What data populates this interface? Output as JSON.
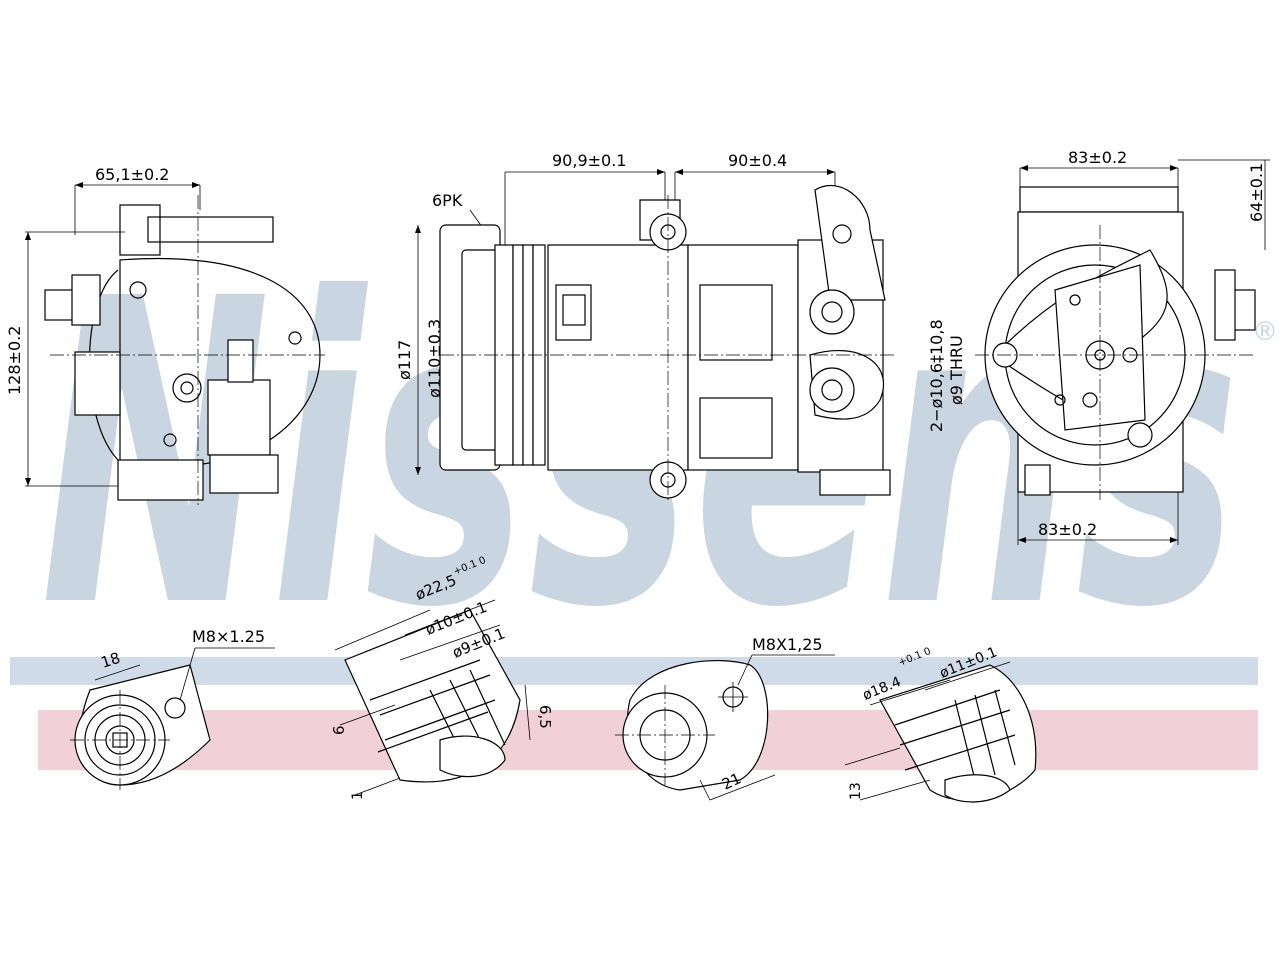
{
  "watermark": {
    "text": "Nissens",
    "color": "#c9d6e2",
    "band_blue": "#cfdbe8",
    "band_red": "#f2d0d8",
    "registered": "®"
  },
  "dimensions": {
    "left_width": "65,1±0.2",
    "left_height": "128±0.2",
    "belt": "6PK",
    "pulley_outer": "ø117",
    "pulley_inner": "ø110±0.3",
    "top_a": "90,9±0.1",
    "top_b": "90±0.4",
    "holes": "2−ø10,6‡10,8",
    "holes_2": "ø9 THRU",
    "right_top": "83±0.2",
    "right_side": "64±0.1",
    "right_bottom": "83±0.2"
  },
  "details": {
    "d1_18": "18",
    "d1_thread": "M8×1.25",
    "d2_22": "ø22,5",
    "d2_tol": "+0.1 0",
    "d2_10": "ø10±0.1",
    "d2_9": "ø9±0.1",
    "d2_6": "6",
    "d2_65": "6,5",
    "d2_1": "1",
    "d3_thread": "M8X1,25",
    "d3_21": "21",
    "d4_18": "ø18.4",
    "d4_tol": "+0.1 0",
    "d4_11": "ø11±0.1",
    "d4_13": "13"
  }
}
